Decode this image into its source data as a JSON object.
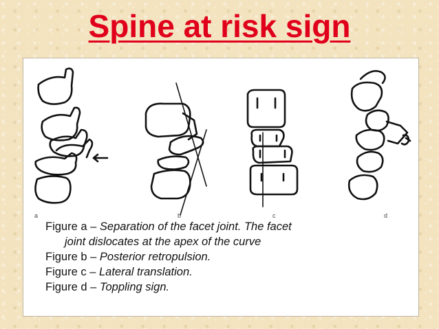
{
  "title": "Spine at risk sign",
  "figure": {
    "labels": {
      "a": "a",
      "b": "b",
      "c": "c",
      "d": "d"
    },
    "captions": [
      {
        "name": "Figure a",
        "dash": "–",
        "desc": "Separation of the facet joint. The facet"
      },
      {
        "name": "",
        "dash": "",
        "desc": "joint dislocates at the apex of  the curve"
      },
      {
        "name": "Figure b",
        "dash": "–",
        "desc": "Posterior retropulsion."
      },
      {
        "name": "Figure c",
        "dash": "–",
        "desc": "Lateral translation."
      },
      {
        "name": "Figure d",
        "dash": "–",
        "desc": "Toppling sign."
      }
    ]
  },
  "colors": {
    "title": "#e0001b",
    "background": "#f3e3bf",
    "panel": "#ffffff"
  }
}
